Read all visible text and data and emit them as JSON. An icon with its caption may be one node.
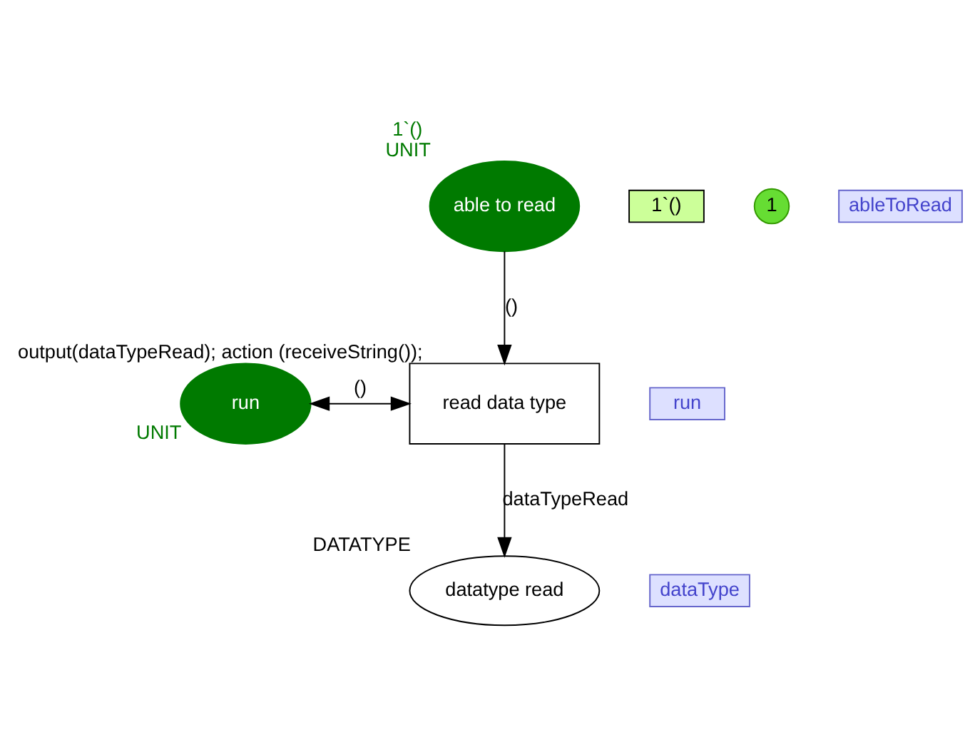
{
  "diagram": {
    "nodes": [
      {
        "text": [
          "able to read"
        ],
        "beside": [
          "1`()",
          "UNIT"
        ]
      },
      {
        "text": [
          "1`()"
        ]
      },
      {
        "text": [
          "1"
        ]
      },
      {
        "text": [
          "ableToRead"
        ]
      },
      {
        "text": [
          "read data type"
        ],
        "beside": [
          "output(dataTypeRead); action (receiveString());"
        ]
      },
      {
        "text": [
          "run"
        ],
        "beside": [
          "UNIT"
        ]
      },
      {
        "text": [
          "run"
        ]
      },
      {
        "text": [
          "datatype read"
        ],
        "beside": [
          "DATATYPE"
        ]
      },
      {
        "text": [
          "dataType"
        ]
      }
    ],
    "edges": [
      {
        "from": 0,
        "to": 4,
        "arrow": "to",
        "label": "()"
      },
      {
        "from": 5,
        "to": 4,
        "arrow": "both",
        "label": "()"
      },
      {
        "from": 4,
        "to": 7,
        "arrow": "to",
        "label": "dataTypeRead"
      }
    ]
  }
}
